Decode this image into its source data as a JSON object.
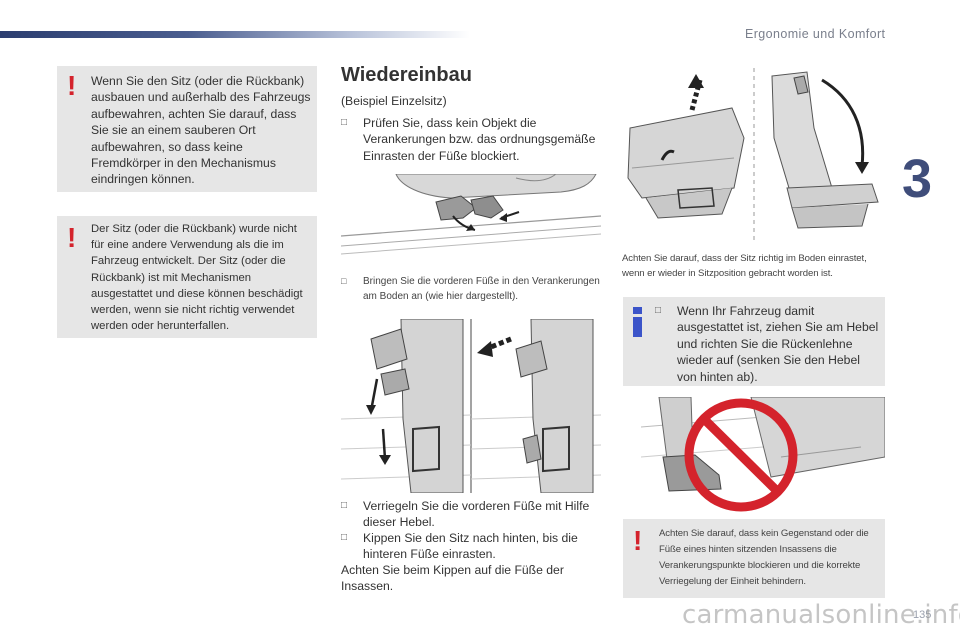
{
  "header": {
    "section_title": "Ergonomie und Komfort",
    "chapter_number": "3"
  },
  "warning_box_1": {
    "text": "Wenn Sie den Sitz (oder die Rückbank) ausbauen und außerhalb des Fahrzeugs aufbewahren, achten Sie darauf, dass Sie sie an einem sauberen Ort aufbewahren, so dass keine Fremdkörper in den Mechanismus eindringen können."
  },
  "warning_box_2": {
    "text": "Der Sitz (oder die Rückbank) wurde nicht für eine andere Verwendung als die im Fahrzeug entwickelt. Der Sitz (oder die Rückbank) ist mit Mechanismen ausgestattet und diese können beschädigt werden, wenn sie nicht richtig verwendet werden oder herunterfallen."
  },
  "main": {
    "heading": "Wiedereinbau",
    "subtitle": "(Beispiel Einzelsitz)",
    "bullet_1": "Prüfen Sie, dass kein Objekt die Verankerungen bzw. das ordnungsgemäße Einrasten der Füße blockiert.",
    "caption_1": "Bringen Sie die vorderen Füße in den Verankerungen am Boden an (wie hier dargestellt).",
    "bullet_2": "Verriegeln Sie die vorderen Füße mit Hilfe dieser Hebel.",
    "bullet_3": "Kippen Sie den Sitz nach hinten, bis die hinteren Füße einrasten.",
    "paragraph": "Achten Sie beim Kippen auf die Füße der Insassen."
  },
  "right": {
    "caption_seat": "Achten Sie darauf, dass der Sitz richtig im Boden einrastet, wenn er wieder in Sitzposition gebracht worden ist.",
    "info_box": "Wenn Ihr Fahrzeug damit ausgestattet ist, ziehen Sie am Hebel und richten Sie die Rückenlehne wieder auf (senken Sie den Hebel von hinten ab).",
    "warning_box_3": "Achten Sie darauf, dass kein Gegenstand oder die Füße eines hinten sitzenden Insassens die Verankerungspunkte blockieren und die korrekte Verriegelung der Einheit behindern."
  },
  "footer": {
    "page_number": "135",
    "watermark": "carmanualsonline.info"
  },
  "icons": {
    "bullet": "checkbox-bullet-icon",
    "warning": "exclamation-icon",
    "info": "info-icon"
  },
  "colors": {
    "accent": "#3f4d7a",
    "warning_red": "#d4232c",
    "info_blue": "#3b54c9",
    "box_bg": "#e6e6e6"
  }
}
